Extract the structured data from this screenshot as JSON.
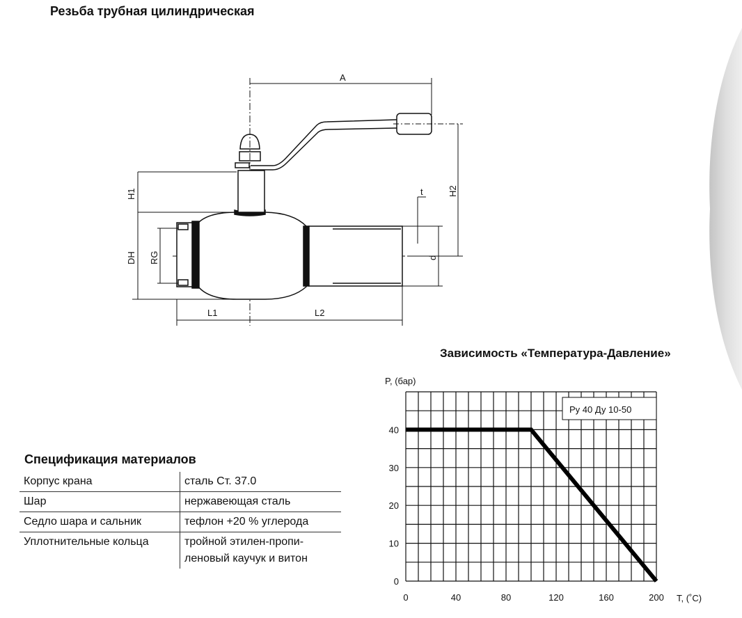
{
  "headings": {
    "thread_type": "Резьба трубная цилиндрическая",
    "chart_title": "Зависимость «Температура-Давление»",
    "materials_title": "Спецификация материалов"
  },
  "drawing": {
    "dimensions": {
      "A": "A",
      "H1": "H1",
      "H2": "H2",
      "DH": "DH",
      "RG": "RG",
      "t": "t",
      "d": "d",
      "L1": "L1",
      "L2": "L2"
    }
  },
  "materials": [
    {
      "part": "Корпус крана",
      "material": "сталь Ст. 37.0"
    },
    {
      "part": "Шар",
      "material": "нержавеющая сталь"
    },
    {
      "part": "Седло шара и сальник",
      "material": "тефлон +20 % углерода"
    },
    {
      "part": "Уплотнительные кольца",
      "material": "тройной этилен-пропи-\nленовый каучук и витон"
    }
  ],
  "chart_data": {
    "type": "line",
    "title": "Зависимость «Температура-Давление»",
    "xlabel": "T, (˚C)",
    "ylabel": "P, (бар)",
    "xlim": [
      0,
      200
    ],
    "ylim": [
      0,
      50
    ],
    "xticks": [
      "0",
      "40",
      "80",
      "120",
      "160",
      "200"
    ],
    "yticks": [
      "0",
      "10",
      "20",
      "30",
      "40"
    ],
    "grid": true,
    "legend": "Ру 40 Ду 10-50",
    "legend_position": "top-right",
    "series": [
      {
        "name": "Ру 40 Ду 10-50",
        "x": [
          0,
          100,
          200
        ],
        "y": [
          40,
          40,
          0
        ]
      }
    ]
  }
}
